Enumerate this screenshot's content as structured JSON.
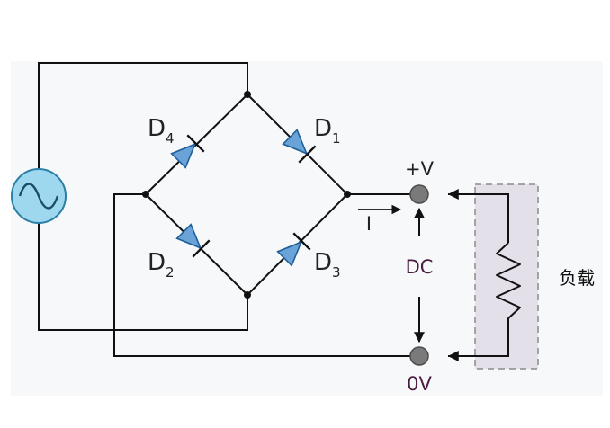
{
  "components": {
    "d4": {
      "letter": "D",
      "sub": "4"
    },
    "d1": {
      "letter": "D",
      "sub": "1"
    },
    "d2": {
      "letter": "D",
      "sub": "2"
    },
    "d3": {
      "letter": "D",
      "sub": "3"
    }
  },
  "labels": {
    "plus_v": "+V",
    "zero_v": "0V",
    "dc": "DC",
    "current": "I",
    "load": "负载"
  },
  "colors": {
    "wire": "#111111",
    "diode_fill": "#6aa3d8",
    "diode_stroke": "#1f5f9a",
    "source_fill": "#9ed8ef",
    "source_stroke": "#2b7fa6",
    "terminal": "#7a7a7a",
    "load_box": "#d9d6e4",
    "load_border": "#8b8b8b",
    "dc_text": "#4a1a3f"
  },
  "icons": [
    "ac-source-icon",
    "diode-icon",
    "resistor-icon",
    "terminal-icon",
    "arrow-icon"
  ]
}
